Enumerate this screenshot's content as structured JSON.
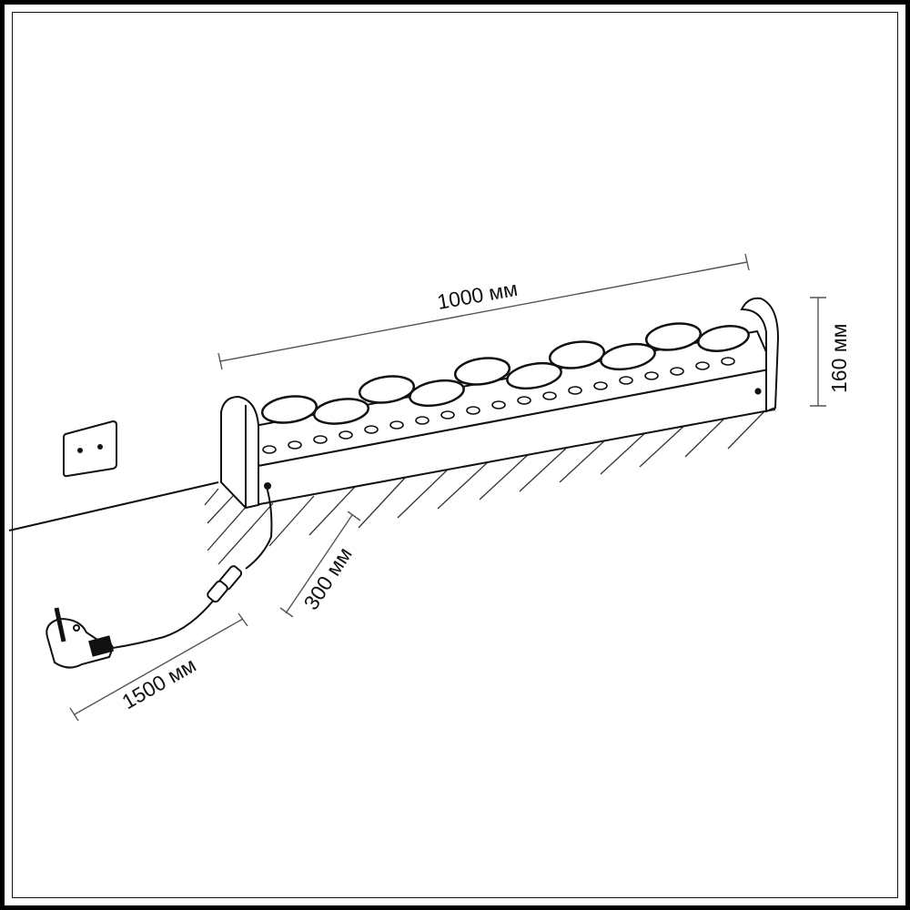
{
  "diagram": {
    "type": "technical-dimension-drawing",
    "subject": "linear wall lamp with cable and plug",
    "dimensions": {
      "length": {
        "value": 1000,
        "unit": "мм",
        "label": "1000 мм"
      },
      "height": {
        "value": 160,
        "unit": "мм",
        "label": "160 мм"
      },
      "lead_cable": {
        "value": 300,
        "unit": "мм",
        "label": "300 мм"
      },
      "power_cable": {
        "value": 1500,
        "unit": "мм",
        "label": "1500 мм"
      }
    },
    "elements": [
      "wall",
      "floor-hatching",
      "wall-outlet",
      "lamp-body",
      "end-caps",
      "led-dots",
      "cable",
      "connector",
      "plug"
    ],
    "colors": {
      "line": "#111111",
      "background": "#ffffff",
      "dim_line": "#555555"
    }
  }
}
